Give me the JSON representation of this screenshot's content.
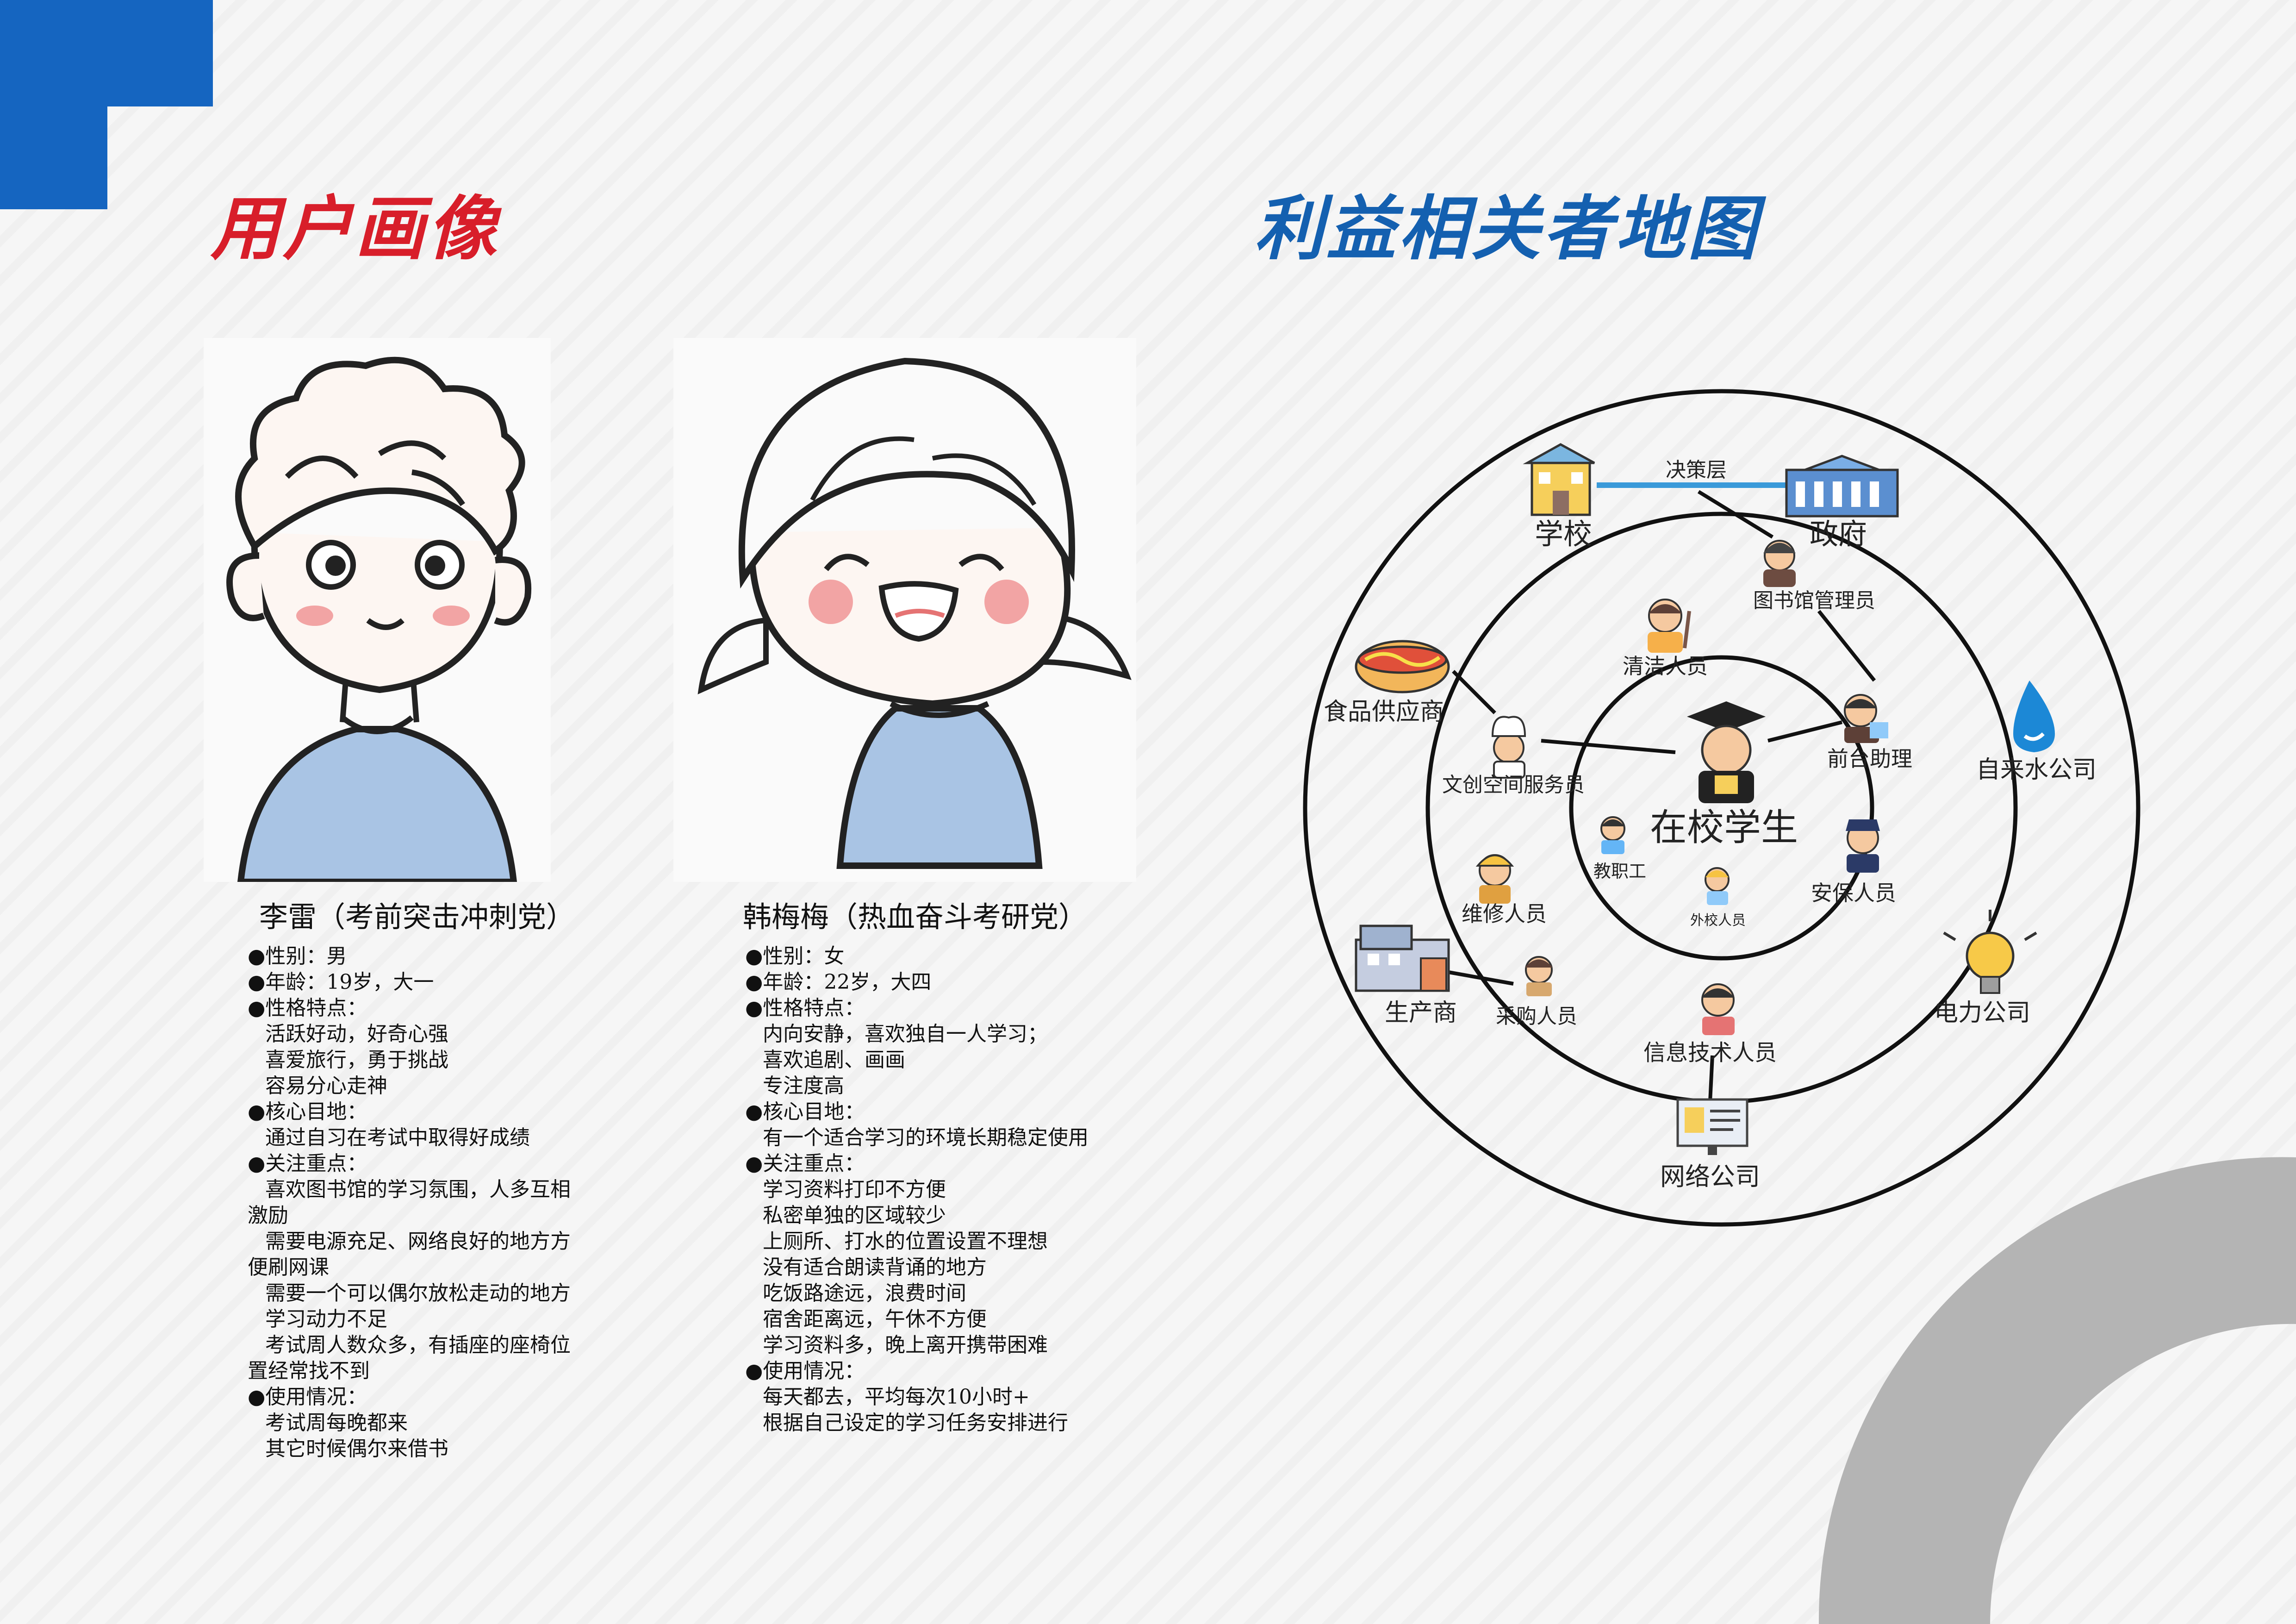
{
  "titles": {
    "user_persona": "用户画像",
    "stakeholder_map": "利益相关者地图"
  },
  "personas": [
    {
      "name": "李雷（考前突击冲刺党）",
      "lines": [
        {
          "type": "bullet",
          "text": "●性别：男"
        },
        {
          "type": "bullet",
          "text": "●年龄：19岁，大一"
        },
        {
          "type": "bullet",
          "text": "●性格特点："
        },
        {
          "type": "indent",
          "text": "活跃好动，好奇心强"
        },
        {
          "type": "indent",
          "text": "喜爱旅行，勇于挑战"
        },
        {
          "type": "indent",
          "text": "容易分心走神"
        },
        {
          "type": "bullet",
          "text": "●核心目地："
        },
        {
          "type": "indent",
          "text": "通过自习在考试中取得好成绩"
        },
        {
          "type": "bullet",
          "text": "●关注重点："
        },
        {
          "type": "indent",
          "text": "喜欢图书馆的学习氛围，人多互相"
        },
        {
          "type": "plain",
          "text": "激励"
        },
        {
          "type": "indent",
          "text": "需要电源充足、网络良好的地方方"
        },
        {
          "type": "plain",
          "text": "便刷网课"
        },
        {
          "type": "indent",
          "text": "需要一个可以偶尔放松走动的地方"
        },
        {
          "type": "indent",
          "text": "学习动力不足"
        },
        {
          "type": "indent",
          "text": "考试周人数众多，有插座的座椅位"
        },
        {
          "type": "plain",
          "text": "置经常找不到"
        },
        {
          "type": "bullet",
          "text": "●使用情况："
        },
        {
          "type": "indent",
          "text": "考试周每晚都来"
        },
        {
          "type": "indent",
          "text": "其它时候偶尔来借书"
        }
      ]
    },
    {
      "name": "韩梅梅（热血奋斗考研党）",
      "lines": [
        {
          "type": "bullet",
          "text": "●性别：女"
        },
        {
          "type": "bullet",
          "text": "●年龄：22岁，大四"
        },
        {
          "type": "bullet",
          "text": "●性格特点："
        },
        {
          "type": "indent",
          "text": "内向安静，喜欢独自一人学习；"
        },
        {
          "type": "indent",
          "text": "喜欢追剧、画画"
        },
        {
          "type": "indent",
          "text": "专注度高"
        },
        {
          "type": "bullet",
          "text": "●核心目地："
        },
        {
          "type": "indent",
          "text": "有一个适合学习的环境长期稳定使用"
        },
        {
          "type": "bullet",
          "text": "●关注重点："
        },
        {
          "type": "indent",
          "text": "学习资料打印不方便"
        },
        {
          "type": "indent",
          "text": "私密单独的区域较少"
        },
        {
          "type": "indent",
          "text": "上厕所、打水的位置设置不理想"
        },
        {
          "type": "indent",
          "text": "没有适合朗读背诵的地方"
        },
        {
          "type": "indent",
          "text": "吃饭路途远，浪费时间"
        },
        {
          "type": "indent",
          "text": "宿舍距离远，午休不方便"
        },
        {
          "type": "indent",
          "text": "学习资料多，晚上离开携带困难"
        },
        {
          "type": "bullet",
          "text": "●使用情况："
        },
        {
          "type": "indent",
          "text": "每天都去，平均每次10小时+"
        },
        {
          "type": "indent",
          "text": "根据自己设定的学习任务安排进行"
        }
      ]
    }
  ],
  "stakeholders": {
    "center": "在校学生",
    "inner": {
      "staff": "教职工",
      "external": "外校人员"
    },
    "middle": {
      "librarian": "图书馆管理员",
      "cleaner": "清洁人员",
      "front_desk": "前台助理",
      "cultural_service": "文创空间服务员",
      "security": "安保人员",
      "maintenance": "维修人员",
      "purchaser": "采购人员",
      "it_staff": "信息技术人员"
    },
    "outer": {
      "decision_layer": "决策层",
      "school": "学校",
      "government": "政府",
      "food_supplier": "食品供应商",
      "water_company": "自来水公司",
      "manufacturer": "生产商",
      "power_company": "电力公司",
      "network_company": "网络公司"
    }
  },
  "colors": {
    "corner_blue": "#1565c0",
    "title_red": "#d81e2a",
    "title_blue": "#1460b0",
    "decision_line": "#3a9ad9",
    "arc_gray": "#b4b4b4"
  }
}
